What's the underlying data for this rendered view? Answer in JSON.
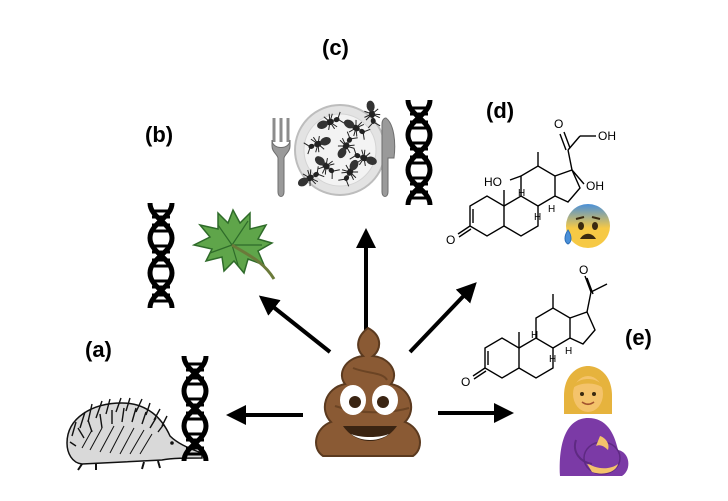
{
  "panels": [
    {
      "id": "a",
      "label": "(a)",
      "icons": [
        "echidna-icon",
        "dna-icon"
      ]
    },
    {
      "id": "b",
      "label": "(b)",
      "icons": [
        "dna-icon",
        "leaf-icon"
      ]
    },
    {
      "id": "c",
      "label": "(c)",
      "icons": [
        "fork-icon",
        "plate-with-ants-icon",
        "knife-icon",
        "dna-icon"
      ]
    },
    {
      "id": "d",
      "label": "(d)",
      "icons": [
        "cortisol-structure-icon",
        "anxious-face-icon"
      ]
    },
    {
      "id": "e",
      "label": "(e)",
      "icons": [
        "progesterone-structure-icon",
        "pregnant-woman-icon"
      ]
    }
  ],
  "center_icon": "smiling-poop-icon",
  "chem_labels": {
    "oh": "OH",
    "ho": "HO",
    "o": "O",
    "h": "H"
  },
  "colors": {
    "poop": "#8a5a34",
    "poop_dark": "#5b3a1f",
    "leaf": "#5fa54a",
    "leaf_dark": "#2f6b2a",
    "skin": "#f4c36b",
    "hair": "#e6b33d",
    "dress": "#7b3aa6",
    "anxious_blue": "#4a90d9",
    "anxious_yellow": "#f6c945"
  }
}
